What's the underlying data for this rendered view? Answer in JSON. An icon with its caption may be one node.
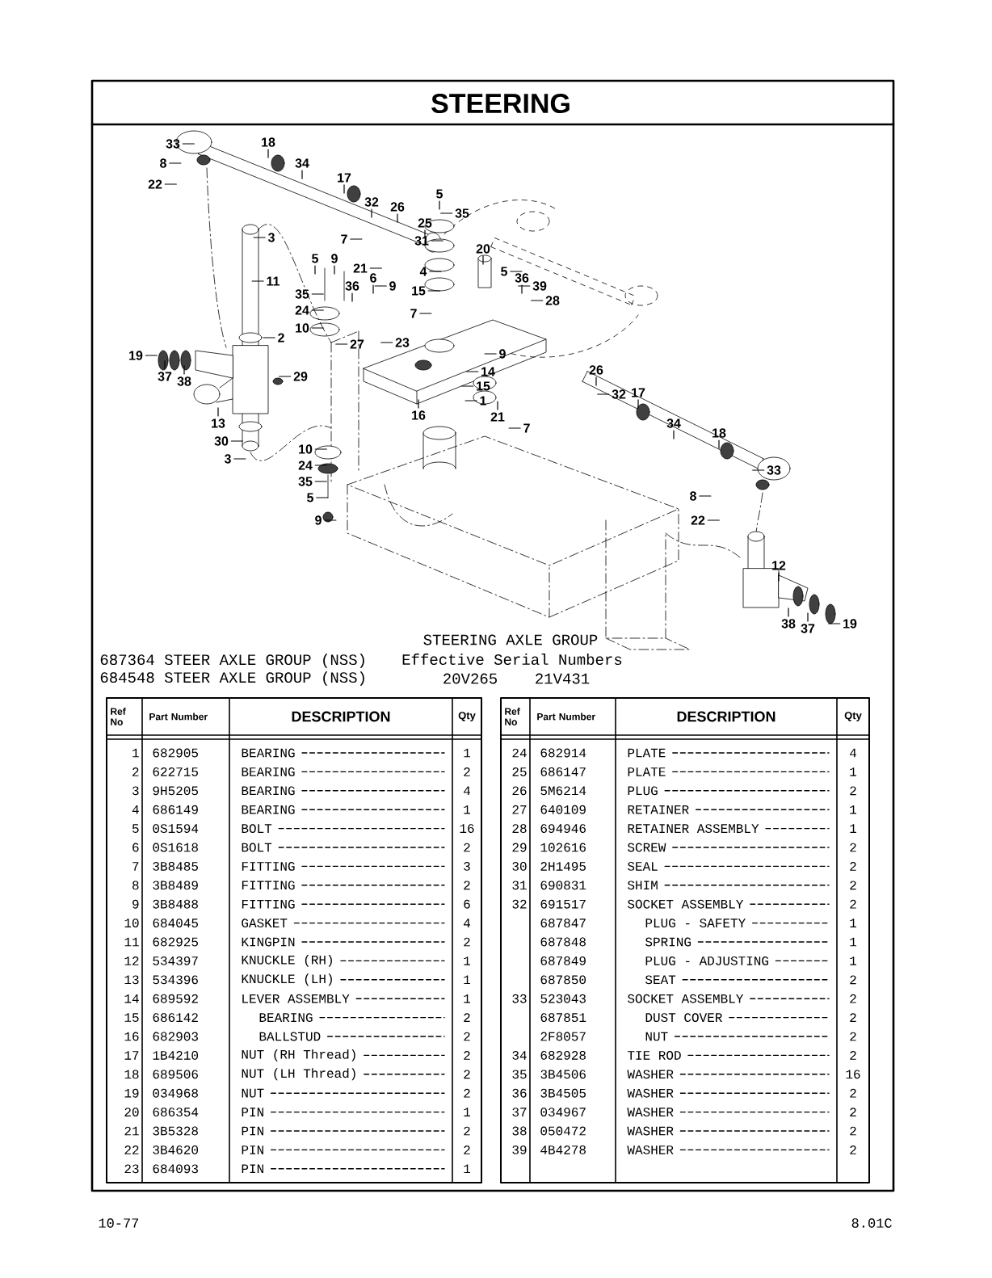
{
  "diagram": {
    "title": "STEERING",
    "labels": [
      "33",
      "18",
      "8",
      "34",
      "22",
      "17",
      "32",
      "26",
      "5",
      "35",
      "25",
      "3",
      "7",
      "31",
      "20",
      "5",
      "9",
      "11",
      "21",
      "6",
      "4",
      "5",
      "36",
      "39",
      "35",
      "36",
      "9",
      "15",
      "28",
      "24",
      "7",
      "10",
      "2",
      "27",
      "23",
      "19",
      "9",
      "14",
      "26",
      "37",
      "29",
      "38",
      "15",
      "32",
      "1",
      "17",
      "16",
      "21",
      "13",
      "34",
      "7",
      "30",
      "18",
      "10",
      "3",
      "24",
      "33",
      "35",
      "5",
      "8",
      "9",
      "22",
      "12",
      "38",
      "37",
      "19",
      "STEERING AXLE GROUP",
      "687364 STEER AXLE GROUP (NSS)",
      "Effective Serial Numbers",
      "684548 STEER AXLE GROUP (NSS)",
      "20V265",
      "21V431",
      "Ref No",
      "Part Number",
      "DESCRIPTION",
      "Qty",
      "1",
      "682905",
      "BEARING",
      "1",
      "2",
      "622715",
      "BEARING",
      "2",
      "3",
      "9H5205",
      "BEARING",
      "4",
      "4",
      "686149",
      "BEARING",
      "1",
      "5",
      "0S1594",
      "BOLT",
      "16",
      "6",
      "0S1618",
      "BOLT",
      "2",
      "7",
      "3B8485",
      "FITTING",
      "3",
      "8",
      "3B8489",
      "FITTING",
      "2",
      "9",
      "3B8488",
      "FITTING",
      "6",
      "10",
      "684045",
      "GASKET",
      "4",
      "11",
      "682925",
      "KINGPIN",
      "2",
      "12",
      "534397",
      "KNUCKLE (RH)",
      "1",
      "13",
      "534396",
      "KNUCKLE (LH)",
      "1",
      "14",
      "689592",
      "LEVER ASSEMBLY",
      "1",
      "15",
      "686142",
      "BEARING",
      "2",
      "16",
      "682903",
      "BALLSTUD",
      "2",
      "17",
      "1B4210",
      "NUT (RH Thread)",
      "2",
      "18",
      "689506",
      "NUT (LH Thread)",
      "2",
      "19",
      "034968",
      "NUT",
      "2",
      "20",
      "686354",
      "PIN",
      "1",
      "21",
      "3B5328",
      "PIN",
      "2",
      "22",
      "3B4620",
      "PIN",
      "2",
      "23",
      "684093",
      "PIN",
      "1",
      "Ref No",
      "Part Number",
      "DESCRIPTION",
      "Qty",
      "24",
      "682914",
      "PLATE",
      "4",
      "25",
      "686147",
      "PLATE",
      "1",
      "26",
      "5M6214",
      "PLUG",
      "2",
      "27",
      "640109",
      "RETAINER",
      "1",
      "28",
      "694946",
      "RETAINER ASSEMBLY",
      "1",
      "29",
      "102616",
      "SCREW",
      "2",
      "30",
      "2H1495",
      "SEAL",
      "2",
      "31",
      "690831",
      "SHIM",
      "2",
      "32",
      "691517",
      "SOCKET ASSEMBLY",
      "2",
      "687847",
      "PLUG - SAFETY",
      "1",
      "687848",
      "SPRING",
      "1",
      "687849",
      "PLUG - ADJUSTING",
      "1",
      "687850",
      "SEAT",
      "2",
      "33",
      "523043",
      "SOCKET ASSEMBLY",
      "2",
      "687851",
      "DUST COVER",
      "2",
      "2F8057",
      "NUT",
      "2",
      "34",
      "682928",
      "TIE ROD",
      "2",
      "35",
      "3B4506",
      "WASHER",
      "16",
      "36",
      "3B4505",
      "WASHER",
      "2",
      "37",
      "034967",
      "WASHER",
      "2",
      "38",
      "050472",
      "WASHER",
      "2",
      "39",
      "4B4278",
      "WASHER",
      "2",
      "10-77",
      "8.01C"
    ]
  }
}
